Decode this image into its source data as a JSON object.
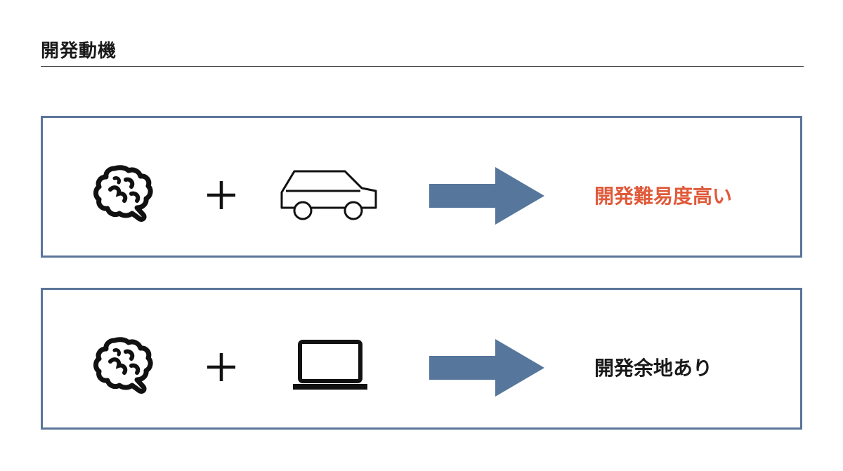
{
  "slide": {
    "title": "開発動機"
  },
  "rows": [
    {
      "left_icon": "brain-icon",
      "operator": "plus-icon",
      "right_icon": "car-icon",
      "connector": "arrow-right-icon",
      "result": "開発難易度高い",
      "result_color": "#e05a3a"
    },
    {
      "left_icon": "brain-icon",
      "operator": "plus-icon",
      "right_icon": "laptop-icon",
      "connector": "arrow-right-icon",
      "result": "開発余地あり",
      "result_color": "#1a1a1a"
    }
  ],
  "colors": {
    "box_border": "#5b7599",
    "arrow_fill": "#56769b",
    "highlight": "#e05a3a"
  }
}
